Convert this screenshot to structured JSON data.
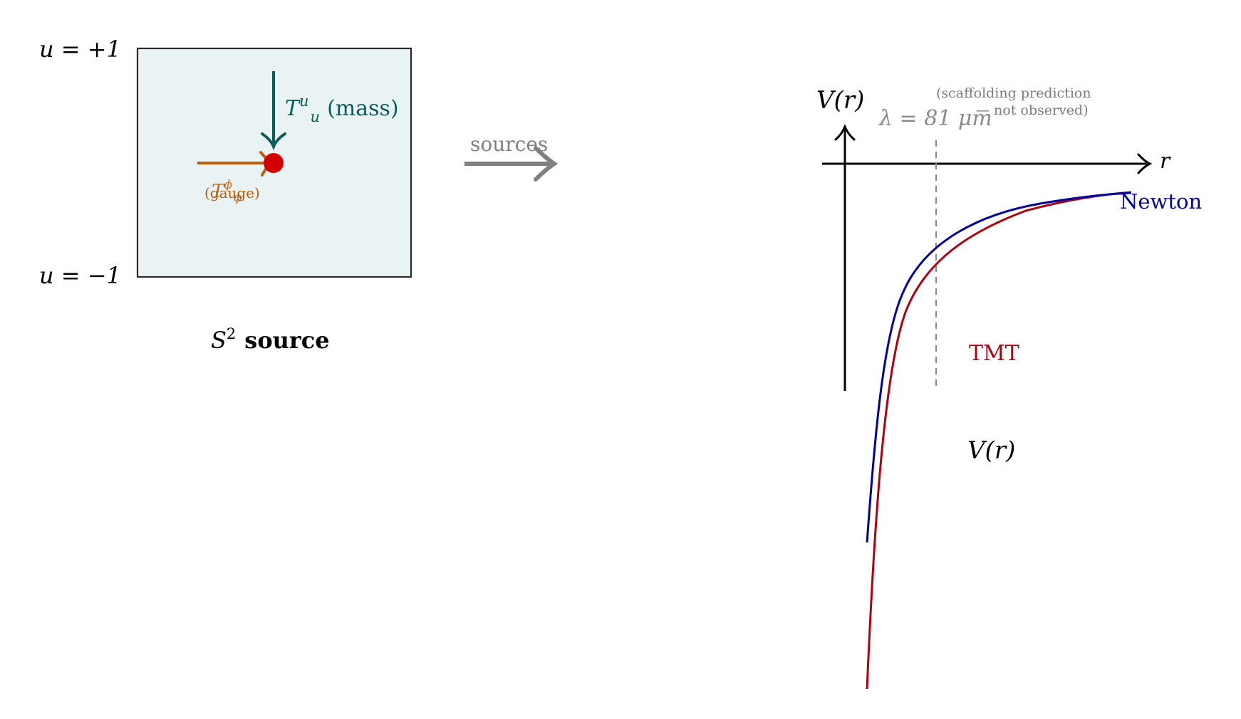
{
  "colors": {
    "panel_fill": "#e9f3f3",
    "panel_stroke": "#2a2a2a",
    "mass_arrow": "#0b5d58",
    "gauge_arrow": "#b8600f",
    "source_dot": "#d40000",
    "sources_arrow": "#808080",
    "newton_curve": "#0000a0",
    "tmt_curve": "#b00010",
    "axis": "#000000",
    "lambda_line": "#888888",
    "note_text": "#7a7a7a"
  },
  "source_panel": {
    "u_top": "u = +1",
    "u_bottom": "u = −1",
    "mass_label_T": "T",
    "mass_label_sup": "u",
    "mass_label_sub": "u",
    "mass_label_text": "(mass)",
    "gauge_label_T": "T",
    "gauge_label_sup": "ϕ",
    "gauge_label_sub": "ϕ",
    "gauge_label_text": "(gauge)",
    "caption_symbol": "S",
    "caption_sup": "2",
    "caption_text": "source"
  },
  "connector": {
    "label": "sources"
  },
  "potential_plot": {
    "y_axis_label": "V(r)",
    "x_axis_label": "r",
    "lambda_label": "λ = 81 μm",
    "note_line1": "(scaffolding prediction",
    "note_line2": "— not observed)",
    "newton_label": "Newton",
    "tmt_label": "TMT",
    "vr_label": "V(r)",
    "icons": [
      "up-arrowhead",
      "right-arrowhead"
    ]
  }
}
